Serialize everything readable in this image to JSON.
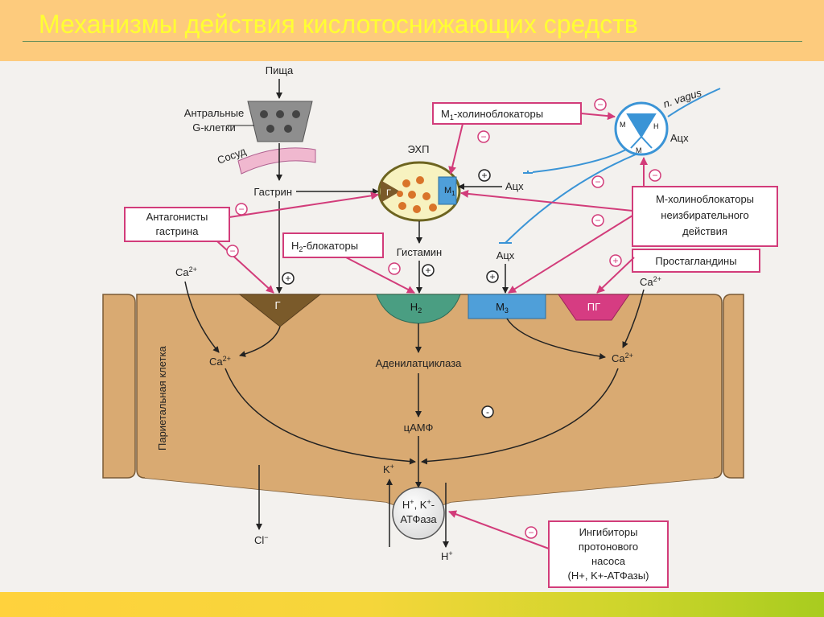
{
  "slide": {
    "title": "Механизмы действия кислотоснижающих средств"
  },
  "diagram": {
    "food": "Пища",
    "antral_line1": "Антральные",
    "antral_line2": "G-клетки",
    "vessel": "Сосуд",
    "gastrin": "Гастрин",
    "ecl": "ЭХП",
    "ecl_g": "Г",
    "ecl_m1": "М",
    "ecl_m1_sub": "1",
    "ach_ecl": "Ацх",
    "m1_blockers": "М",
    "m1_blockers_sub": "1",
    "m1_blockers_rest": "-холиноблокаторы",
    "n_vagus": "n. vagus",
    "ach_vagus": "Ацх",
    "ganglion_m1_top": "М",
    "ganglion_m1_left": "М",
    "ganglion_n": "Н",
    "gastrin_antag_line1": "Антагонисты",
    "gastrin_antag_line2": "гастрина",
    "m_nonselective_line1": "М-холиноблокаторы",
    "m_nonselective_line2": "неизбирательного",
    "m_nonselective_line3": "действия",
    "h2_blockers": "Н",
    "h2_blockers_sub": "2",
    "h2_blockers_rest": "-блокаторы",
    "histamine": "Гистамин",
    "ach_m3": "Ацх",
    "prostaglandins": "Простагландины",
    "ca_left": "Ca",
    "ca_right": "Ca",
    "ca_sup": "2+",
    "receptor_g": "Г",
    "receptor_h2": "Н",
    "receptor_h2_sub": "2",
    "receptor_m3": "М",
    "receptor_m3_sub": "3",
    "receptor_pg": "ПГ",
    "ca_inner_left": "Ca",
    "ca_inner_right": "Ca",
    "adenylate": "Аденилатциклаза",
    "camp": "цАМФ",
    "k_ion": "K",
    "pump_line1": "Н",
    "pump_line1_rest": ", K",
    "pump_line2": "АТФаза",
    "cl_ion": "Cl",
    "h_ion": "H",
    "ppi_line1": "Ингибиторы",
    "ppi_line2": "протонового",
    "ppi_line3": "насоса",
    "ppi_line4": "(H+, K+-АТФазы)",
    "cell_label": "Париетальная клетка",
    "plus": "+",
    "minus": "−",
    "minus_small": "-",
    "colors": {
      "magenta": "#d23c7a",
      "blue": "#3a94d6",
      "cell": "#d9aa72",
      "receptor_g": "#7a5a2a",
      "receptor_h2": "#4a9e82",
      "receptor_m3": "#4f9fd9",
      "receptor_pg": "#d63c82"
    }
  }
}
